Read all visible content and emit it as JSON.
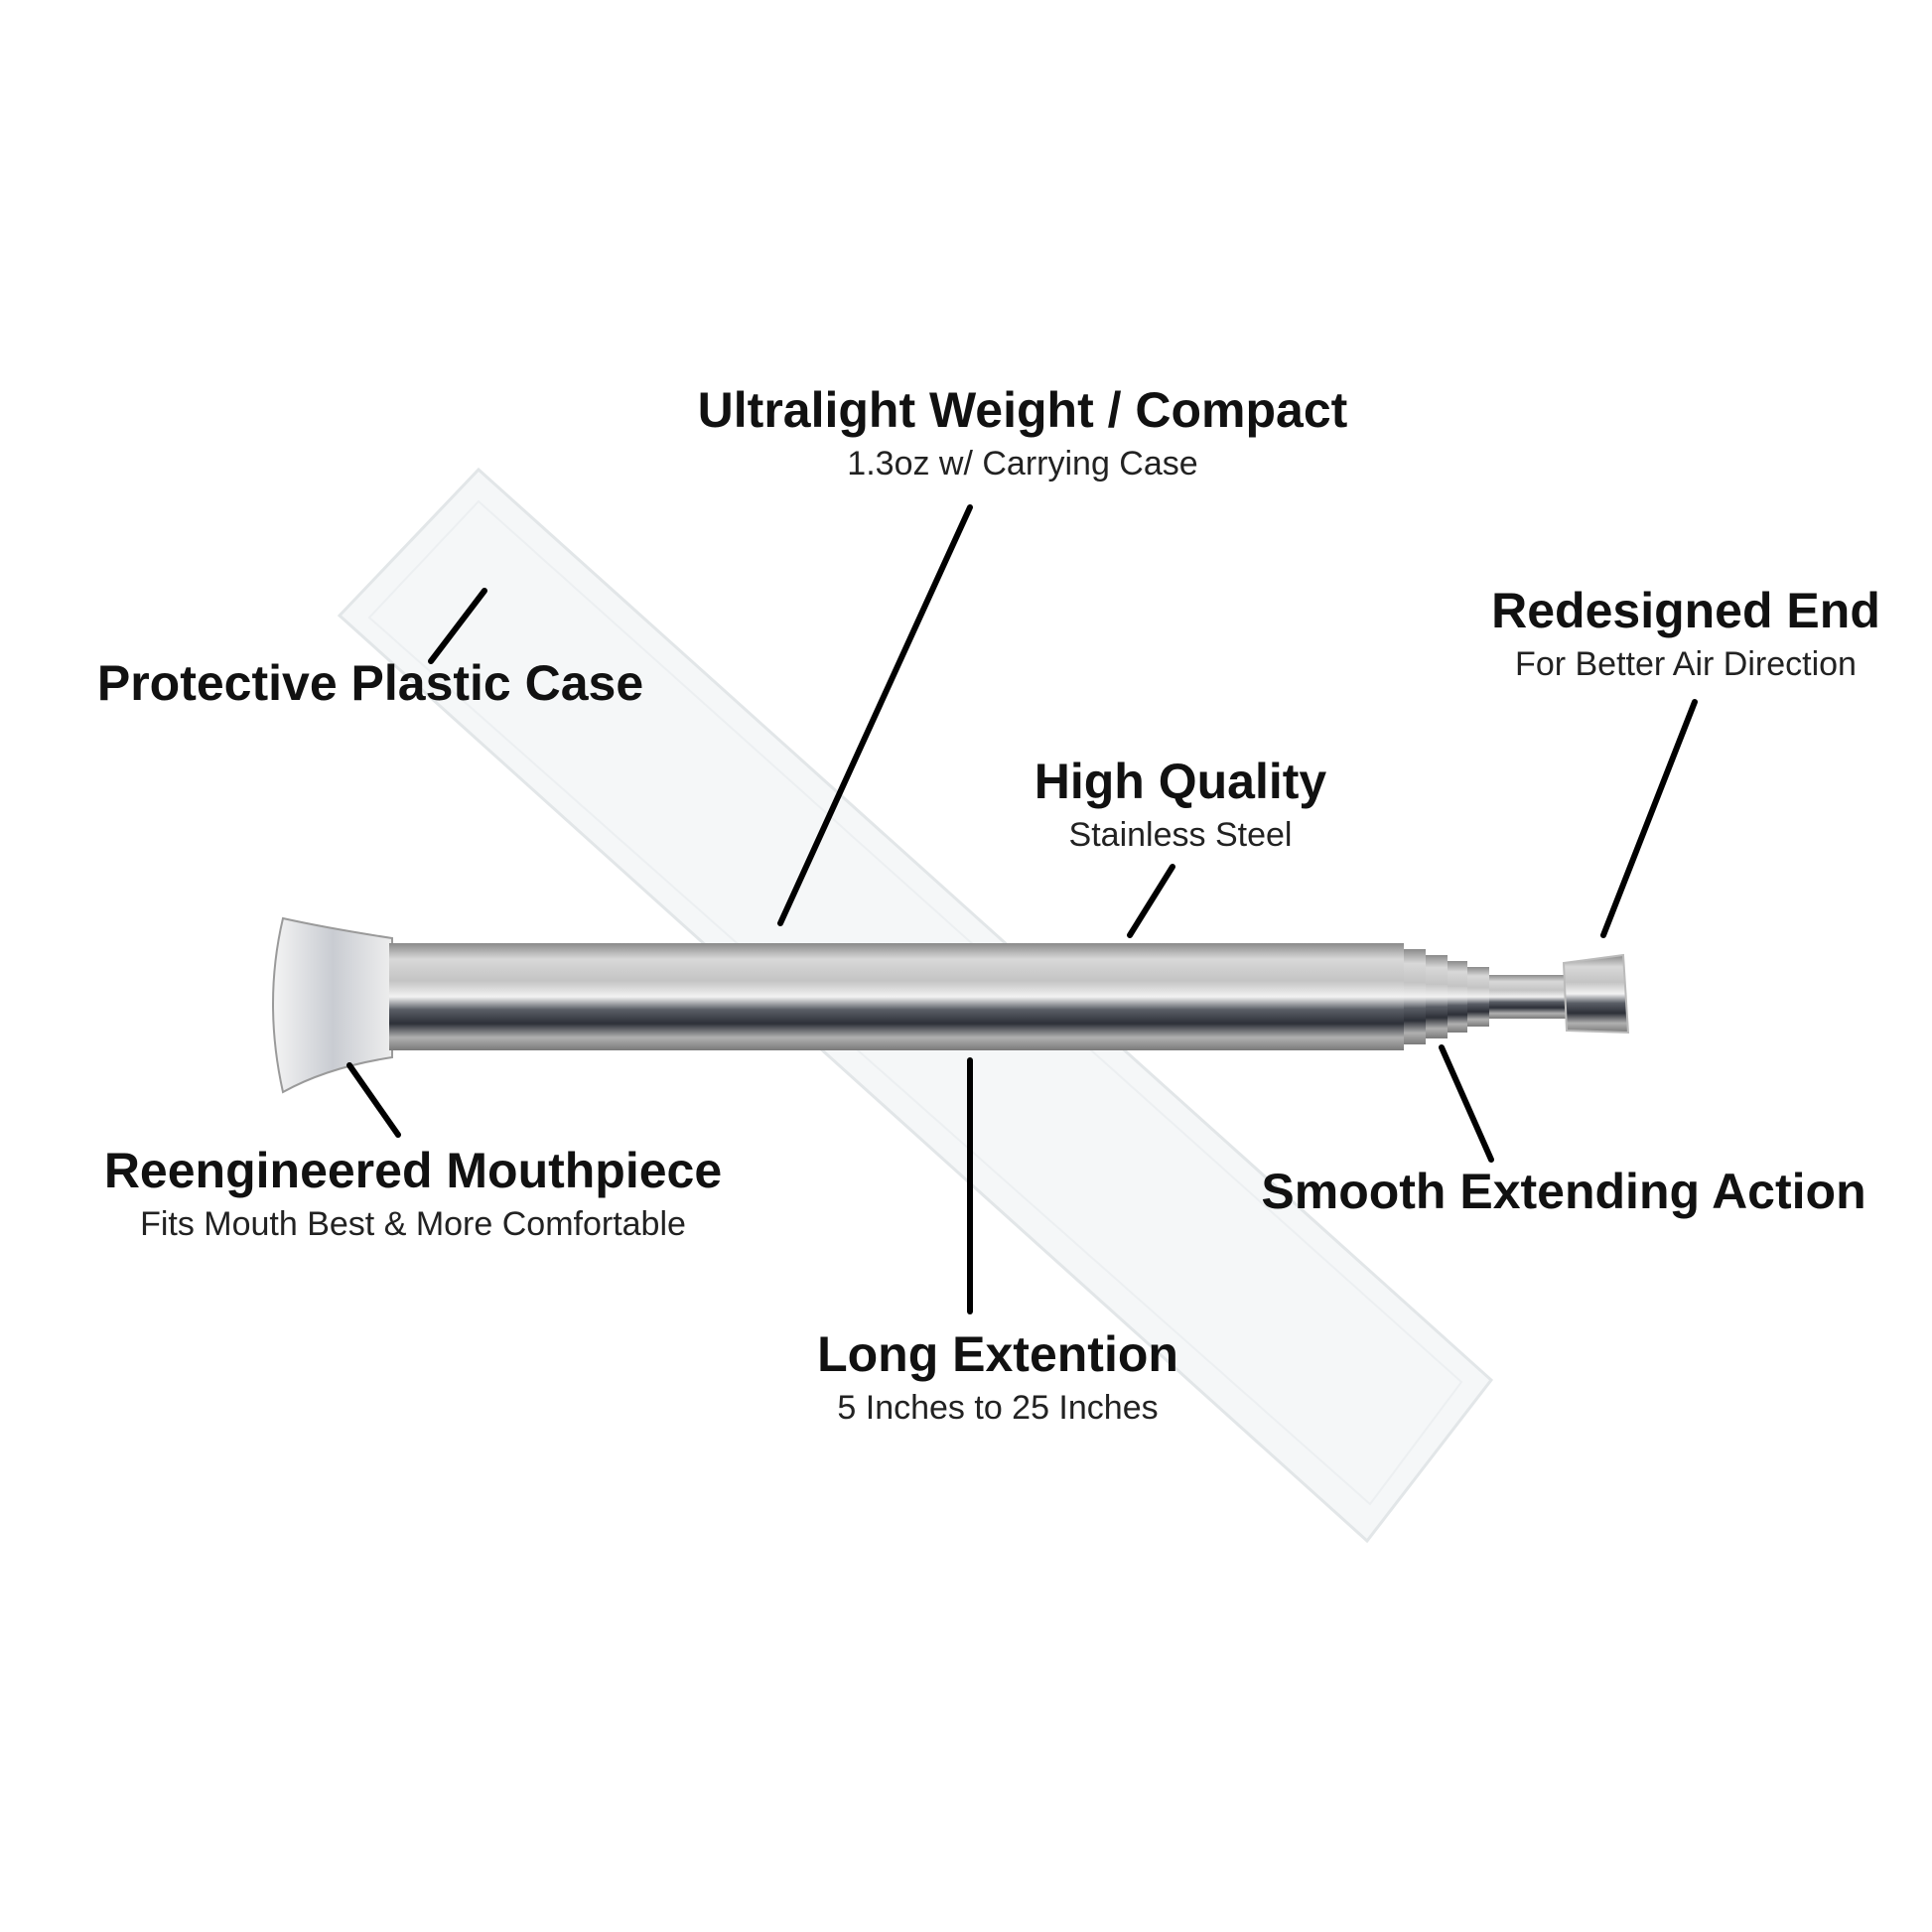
{
  "callouts": {
    "ultralight": {
      "title": "Ultralight Weight / Compact",
      "subtitle": "1.3oz w/ Carrying Case"
    },
    "redesigned_end": {
      "title": "Redesigned End",
      "subtitle": "For Better Air Direction"
    },
    "case": {
      "title": "Protective Plastic Case"
    },
    "quality": {
      "title": "High Quality",
      "subtitle": "Stainless Steel"
    },
    "mouthpiece": {
      "title": "Reengineered Mouthpiece",
      "subtitle": "Fits Mouth Best & More Comfortable"
    },
    "smooth": {
      "title": "Smooth Extending Action"
    },
    "extension": {
      "title": "Long Extention",
      "subtitle": "5 Inches to 25 Inches"
    }
  }
}
